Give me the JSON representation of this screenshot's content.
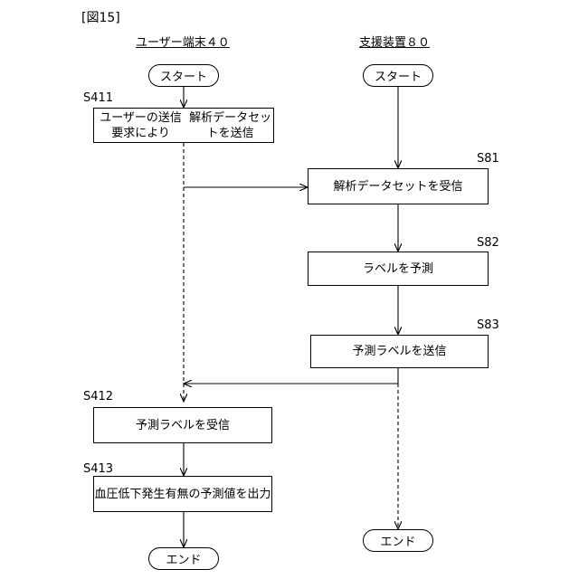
{
  "figure_label": "[図15]",
  "lanes": {
    "left": "ユーザー端末４０",
    "right": "支援装置８０"
  },
  "terminals": {
    "left_start": "スタート",
    "right_start": "スタート",
    "left_end": "エンド",
    "right_end": "エンド"
  },
  "steps": {
    "s411": {
      "id": "S411",
      "line1": "ユーザーの送信要求により",
      "line2": "解析データセットを送信"
    },
    "s81": {
      "id": "S81",
      "text": "解析データセットを受信"
    },
    "s82": {
      "id": "S82",
      "text": "ラベルを予測"
    },
    "s83": {
      "id": "S83",
      "text": "予測ラベルを送信"
    },
    "s412": {
      "id": "S412",
      "text": "予測ラベルを受信"
    },
    "s413": {
      "id": "S413",
      "line1": "血圧低下発生有無",
      "line2": "の予測値を出力"
    }
  }
}
